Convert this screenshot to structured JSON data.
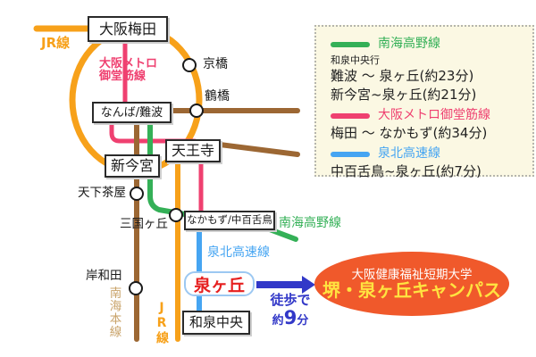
{
  "colors": {
    "jr_orange": "#F7A11A",
    "midosuji_pink": "#EF4070",
    "kintetsu_nankai_brown": "#9C6733",
    "nankai_main_label_tan": "#C9A36A",
    "nankai_koya_green": "#34B057",
    "semboku_blue": "#46A5F2",
    "walk_arrow_blue": "#3238C8",
    "campus_ellipse_orange": "#F0592B",
    "campus_text_yellow": "#FFE340",
    "izumigaoka_red": "#E61F1F",
    "legend_bg_cream": "#FBF8E3"
  },
  "map": {
    "line_labels": {
      "jr_top": "JR線",
      "midosuji_1": "大阪メトロ",
      "midosuji_2": "御堂筋線",
      "nankai_koya": "南海高野線",
      "semboku": "泉北高速線",
      "nankai_main": "南海本線",
      "jr_bottom": "JR線"
    },
    "stations": {
      "umeda": "大阪梅田",
      "namba": "なんば/難波",
      "tennoji": "天王寺",
      "shinimamiya": "新今宮",
      "nakamozu": "なかもず/中百舌鳥",
      "izumigaoka": "泉ヶ丘",
      "izumichuo": "和泉中央",
      "kyobashi": "京橋",
      "tsuruhashi": "鶴橋",
      "tengachaya": "天下茶屋",
      "mikunigaoka": "三国ヶ丘",
      "kishiwada": "岸和田"
    }
  },
  "legend": {
    "sections": [
      {
        "name": "南海高野線",
        "note": "和泉中央行",
        "routes": [
          "難波 〜 泉ヶ丘(約23分)",
          "新今宮~泉ヶ丘(約21分)"
        ]
      },
      {
        "name": "大阪メトロ御堂筋線",
        "routes": [
          "梅田 〜 なかもず(約34分)"
        ]
      },
      {
        "name": "泉北高速線",
        "routes": [
          "中百舌鳥~泉ヶ丘(約7分)"
        ]
      }
    ]
  },
  "destination": {
    "walk_line1": "徒歩で",
    "walk_about": "約",
    "walk_minutes": "9",
    "walk_unit": "分",
    "college_name": "大阪健康福祉短期大学",
    "campus_name": "堺・泉ヶ丘キャンパス"
  }
}
